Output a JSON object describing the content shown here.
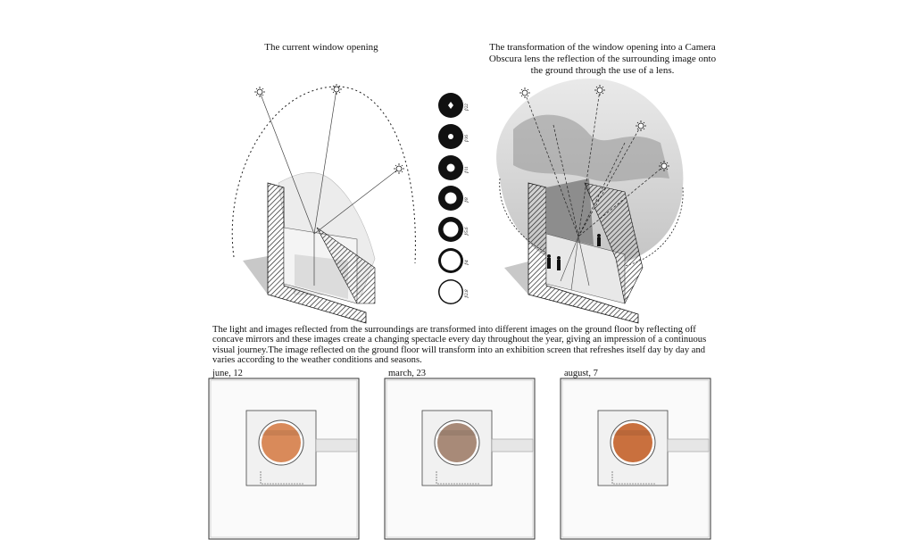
{
  "captions": {
    "left": "The current window opening",
    "right": "The transformation of the window opening into a Camera Obscura lens the reflection of the surrounding image onto the ground through the use of a lens."
  },
  "description": "The light and images reflected from the surroundings are transformed into different images on the ground floor by reflecting off concave mirrors and these images create a changing spectacle every day throughout the year, giving an impression of a continuous visual journey.The image reflected on the ground floor will transform into an exhibition screen that refreshes itself day by day and varies according to the weather conditions and seasons.",
  "aperture_stops": [
    "f/22",
    "f/16",
    "f/11",
    "f/8",
    "f/5.6",
    "f/4",
    "f/2.8"
  ],
  "plans": [
    {
      "label": "june, 12",
      "image_tint": "#d98a5a"
    },
    {
      "label": "march, 23",
      "image_tint": "#a88a78"
    },
    {
      "label": "august, 7",
      "image_tint": "#c9703e"
    }
  ]
}
